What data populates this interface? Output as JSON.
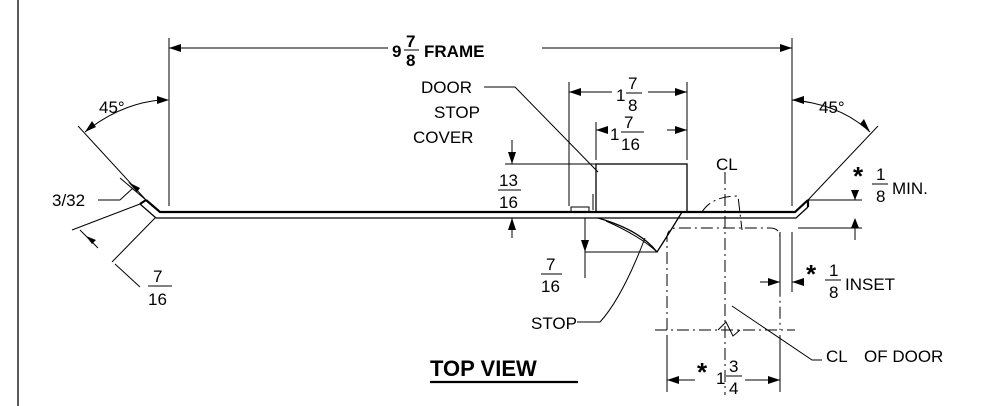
{
  "title": "TOP VIEW",
  "labels": {
    "frame_whole": "9",
    "frame_num": "7",
    "frame_den": "8",
    "frame_text": "FRAME",
    "door_stop_cover_line1": "DOOR",
    "door_stop_cover_line2": "STOP",
    "door_stop_cover_line3": "COVER",
    "stop_width_whole": "1",
    "stop_width_num": "7",
    "stop_width_den": "8",
    "cover_width_whole": "1",
    "cover_width_num": "7",
    "cover_width_den": "16",
    "angle_left": "45°",
    "angle_right": "45°",
    "metal_thickness": "3/32",
    "depth_num": "13",
    "depth_den": "16",
    "stop_depth_num": "7",
    "stop_depth_den": "16",
    "return_num": "7",
    "return_den": "16",
    "centerline_symbol": "CL",
    "min_asterisk": "*",
    "min_num": "1",
    "min_den": "8",
    "min_text": "MIN.",
    "inset_asterisk": "*",
    "inset_num": "1",
    "inset_den": "8",
    "inset_text": "INSET",
    "stop_label": "STOP",
    "cl_of_door_symbol": "CL",
    "cl_of_door_text": "OF DOOR",
    "door_asterisk": "*",
    "door_whole": "1",
    "door_num": "3",
    "door_den": "4"
  }
}
